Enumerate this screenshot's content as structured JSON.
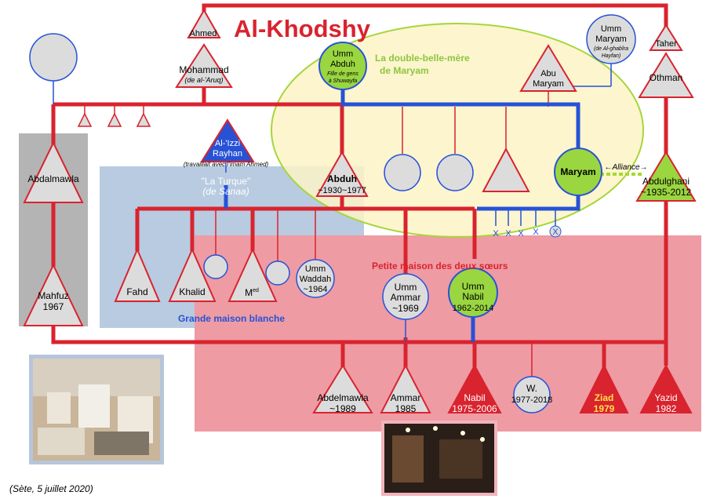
{
  "title": "Al-Khodshy",
  "caption": "(Sète, 5 juillet 2020)",
  "zones": {
    "grande_maison": "Grande maison blanche",
    "petite_maison": "Petite maison des deux sœurs",
    "double_belle_mere_1": "La double-belle-mère",
    "double_belle_mere_2": "de Maryam"
  },
  "alliance": "←Alliance→",
  "persons": {
    "ahmed": "Ahmed",
    "mohammad": "Mohammad",
    "mohammad_note": "(de al-'Aruq)",
    "taher": "Taher",
    "othman": "Othman",
    "umm_maryam_1": "Umm",
    "umm_maryam_2": "Maryam",
    "umm_maryam_note_1": "(de Al-ghabîra",
    "umm_maryam_note_2": "Hayfan)",
    "umm_abduh_1": "Umm",
    "umm_abduh_2": "Abduh",
    "umm_abduh_note_1": "Fille de gens",
    "umm_abduh_note_2": "à Shuwayfa",
    "abu_maryam_1": "Abu",
    "abu_maryam_2": "Maryam",
    "al_izzi_1": "Al-'Izzi",
    "al_izzi_2": "Rayhan",
    "al_izzi_note": "(travaillait avec l'imam Ahmed)",
    "la_turque_1": "\"La Turque\"",
    "la_turque_2": "(de Sanaa)",
    "abdalmawla": "Abdalmawla",
    "mahfuz_1": "Mahfuz",
    "mahfuz_2": "1967",
    "abduh_1": "Abduh",
    "abduh_2": "~1930~1977",
    "maryam": "Maryam",
    "abdulghani_1": "Abdulghani",
    "abdulghani_2": "~1935-2012",
    "fahd": "Fahd",
    "khalid": "Khalid",
    "med": "M",
    "med_sup": "ed",
    "umm_waddah_1": "Umm",
    "umm_waddah_2": "Waddah",
    "umm_waddah_3": "~1964",
    "umm_ammar_1": "Umm",
    "umm_ammar_2": "Ammar",
    "umm_ammar_3": "~1969",
    "umm_nabil_1": "Umm",
    "umm_nabil_2": "Nabil",
    "umm_nabil_3": "1962-2014",
    "abdelmawla_1": "Abdelmawla",
    "abdelmawla_2": "~1989",
    "ammar_1": "Ammar",
    "ammar_2": "1985",
    "nabil_1": "Nabil",
    "nabil_2": "1975-2006",
    "w_1": "W.",
    "w_2": "1977-2018",
    "ziad_1": "Ziad",
    "ziad_2": "1979",
    "yazid_1": "Yazid",
    "yazid_2": "1982"
  },
  "x_marks": [
    "X",
    "X",
    "X",
    "X",
    "X"
  ],
  "colors": {
    "red_line": "#d9232e",
    "blue_line": "#2752d6",
    "green_fill": "#9ad640",
    "grey_fill": "#dcdcdc",
    "yellow_zone": "#fcf3c6",
    "blue_zone": "#b8cbe0",
    "pink_zone": "#ee9ba4"
  }
}
